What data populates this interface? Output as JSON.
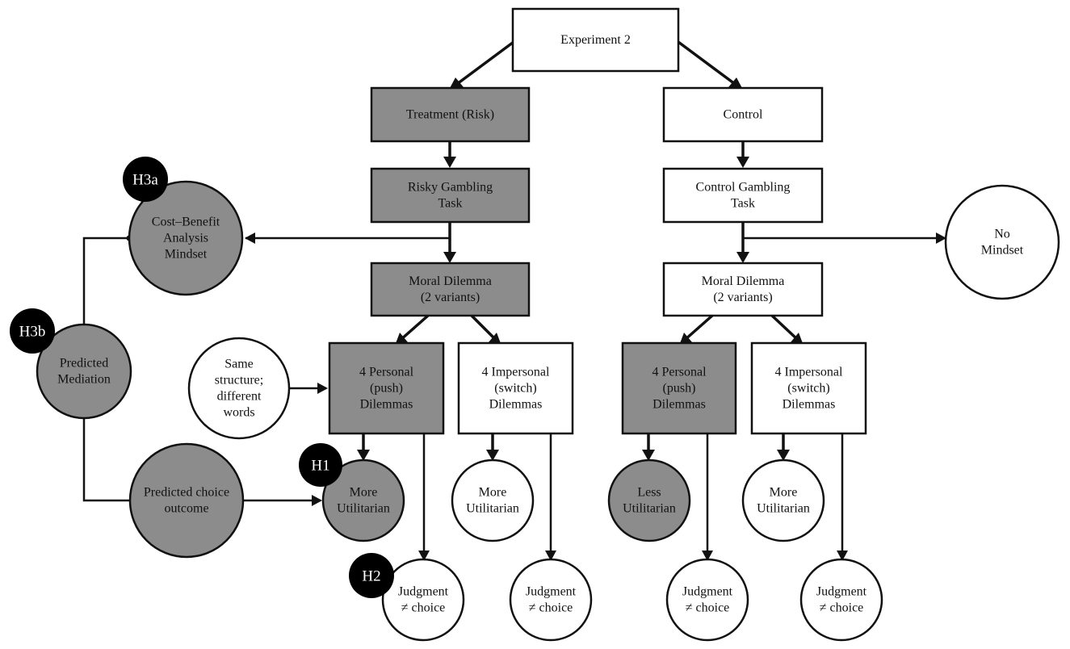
{
  "colors": {
    "filled": "#8c8c8c",
    "empty": "#ffffff",
    "stroke": "#111111",
    "badge": "#000000",
    "badge_text": "#ffffff"
  },
  "nodes": {
    "experiment": [
      "Experiment 2"
    ],
    "treatment": [
      "Treatment (Risk)"
    ],
    "control": [
      "Control"
    ],
    "risky_task": [
      "Risky Gambling",
      "Task"
    ],
    "control_task": [
      "Control Gambling",
      "Task"
    ],
    "moral_t": [
      "Moral Dilemma",
      "(2 variants)"
    ],
    "moral_c": [
      "Moral Dilemma",
      "(2 variants)"
    ],
    "personal_t": [
      "4 Personal",
      "(push)",
      "Dilemmas"
    ],
    "impersonal_t": [
      "4 Impersonal",
      "(switch)",
      "Dilemmas"
    ],
    "personal_c": [
      "4 Personal",
      "(push)",
      "Dilemmas"
    ],
    "impersonal_c": [
      "4 Impersonal",
      "(switch)",
      "Dilemmas"
    ],
    "cost_benefit": [
      "Cost–Benefit",
      "Analysis",
      "Mindset"
    ],
    "predicted_mediation": [
      "Predicted",
      "Mediation"
    ],
    "predicted_choice": [
      "Predicted choice",
      "outcome"
    ],
    "same_structure": [
      "Same",
      "structure;",
      "different",
      "words"
    ],
    "no_mindset": [
      "No",
      "Mindset"
    ],
    "more_util_1": [
      "More",
      "Utilitarian"
    ],
    "more_util_2": [
      "More",
      "Utilitarian"
    ],
    "less_util": [
      "Less",
      "Utilitarian"
    ],
    "more_util_3": [
      "More",
      "Utilitarian"
    ],
    "judgment_1": [
      "Judgment",
      "≠ choice"
    ],
    "judgment_2": [
      "Judgment",
      "≠ choice"
    ],
    "judgment_3": [
      "Judgment",
      "≠ choice"
    ],
    "judgment_4": [
      "Judgment",
      "≠ choice"
    ]
  },
  "badges": {
    "h3a": "H3a",
    "h3b": "H3b",
    "h1": "H1",
    "h2": "H2"
  }
}
